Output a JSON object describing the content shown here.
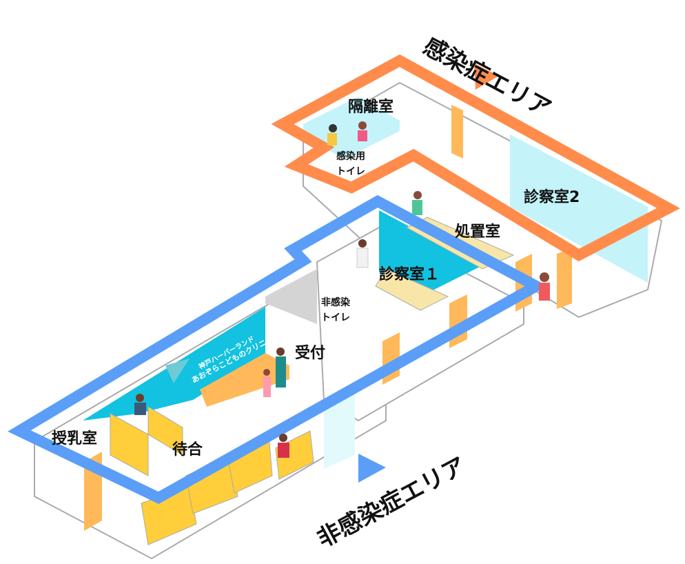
{
  "areas": {
    "infection": "感染症エリア",
    "non_infection": "非感染症エリア"
  },
  "rooms": {
    "isolation": "隔離室",
    "infection_toilet": [
      "感染用",
      "トイレ"
    ],
    "exam2": "診察室2",
    "treatment": "処置室",
    "exam1": "診察室１",
    "non_infection_toilet": [
      "非感染",
      "トイレ"
    ],
    "reception": "受付",
    "waiting": "待合",
    "nursing": "授乳室"
  },
  "logo": {
    "line1": "神戸ハーバーランド",
    "line2": "あおぞらこどものクリニック"
  },
  "colors": {
    "infection_area": "#FF8C4B",
    "non_infection_area": "#5B9EF8",
    "wall_cyan": "#12C2E0",
    "wall_light_cyan": "#C4F3FA",
    "furniture_yellow": "#FFCE3A",
    "door_orange": "#FFB95A"
  }
}
